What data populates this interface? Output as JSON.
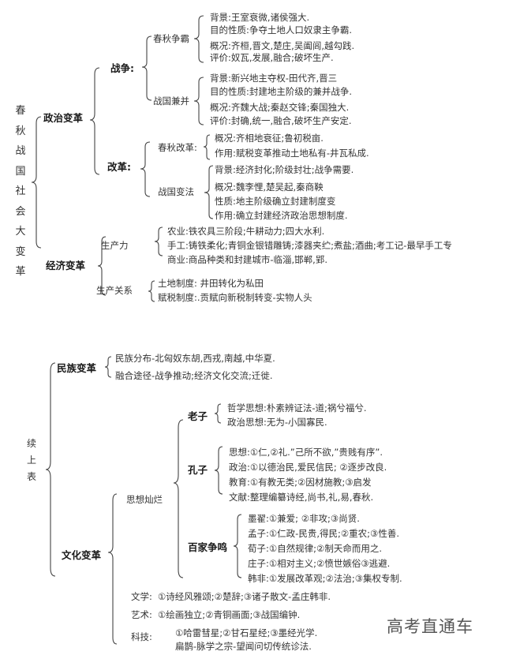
{
  "part1": {
    "root": "春秋战国社会大变革",
    "political": {
      "label": "政治变革",
      "war": {
        "label": "战争:",
        "chunqiu": {
          "label": "春秋争霸",
          "items": [
            "背景:王室衰微,诸侯强大.",
            "目的性质:争夺土地人口奴隶主争霸.",
            "概况:齐桓,晋文,楚庄,吴阖闾,越勾践.",
            "评价:奴瓦,发展,融合;破坏生产."
          ]
        },
        "zhanguo": {
          "label": "战国兼并",
          "items": [
            "背景:新兴地主夺权-田代齐,晋三",
            "目的性质:封建地主阶级的兼并战争.",
            "概况:齐魏大战;秦赵交锋;秦国独大.",
            "评价:封确,统一,融合,破坏生产安定."
          ]
        }
      },
      "reform": {
        "label": "改革:",
        "chunqiu": {
          "label": "春秋改革:",
          "items": [
            "概况:齐相地衰征;鲁初税亩.",
            "作用:赋税变革推动土地私有-井瓦私成."
          ]
        },
        "zhanguo": {
          "label": "战国变法",
          "items": [
            "背景:经济封化;阶级封壮;战争需要.",
            "概况:魏李悝,楚吴起,秦商鞅",
            "性质:地主阶级确立封建制度变",
            "作用:确立封建经济政治思想制度."
          ]
        }
      }
    },
    "economic": {
      "label": "经济变革",
      "productivity": {
        "label": "生产力",
        "items": [
          "农业:铁农具三阶段;牛耕动力;四大水利.",
          "手工:铸铁柔化;青铜金银错雕铸;漆器夹纻;煮盐;酒曲;考工记-最早手工专",
          "商业:商品种类和封建城市-临淄,邯郸,郢."
        ]
      },
      "relations": {
        "label": "生产关系",
        "items": [
          "土地制度: 井田转化为私田",
          "赋税制度:.贡赋向新税制转变-实物人头"
        ]
      }
    }
  },
  "part2": {
    "root": "续上表",
    "ethnic": {
      "label": "民族变革",
      "items": [
        "民族分布-北匈奴东胡,西戎,南越,中华夏.",
        "融合途径-战争推动;经济文化交流;迁徙."
      ]
    },
    "culture": {
      "label": "文化变革",
      "thought": {
        "label": "思想灿烂",
        "laozi": {
          "label": "老子",
          "items": [
            "哲学思想:朴素辨证法-道;祸兮福兮.",
            "政治思想:无为-小国寡民."
          ]
        },
        "kongzi": {
          "label": "孔子",
          "items": [
            "思想:①仁,②礼.”己所不欲,”贵贱有序”.",
            "政治:①以德治民,爱民信民; ②逐步改良.",
            "教育:①有教无类;②因材施教;③启发",
            "文献:整理编纂诗经,尚书,礼,易,春秋."
          ]
        },
        "baijia": {
          "label": "百家争鸣",
          "items": [
            "墨翟:①兼爱; ②非攻;③尚贤.",
            "孟子:①仁政-民贵,得民;②重农;③性善.",
            "荀子:①自然规律;②制天命而用之.",
            "庄子:①相对主义;②愤世嫉俗③逃避.",
            "韩非:①发展改革观;②法治;③集权专制."
          ]
        }
      },
      "literature": {
        "label": "文学:",
        "text": "①诗经风雅颂;②楚辞;③诸子散文-孟庄韩非."
      },
      "art": {
        "label": "艺术:",
        "text": "①绘画独立;②青铜画面;③战国编钟."
      },
      "science": {
        "label": "科技:",
        "lines": [
          "①哈雷彗星;②甘石星经;③墨经光学.",
          "扁鹊-脉学之宗-望闻问切传统诊法."
        ]
      }
    }
  },
  "watermark": "高考直通车"
}
